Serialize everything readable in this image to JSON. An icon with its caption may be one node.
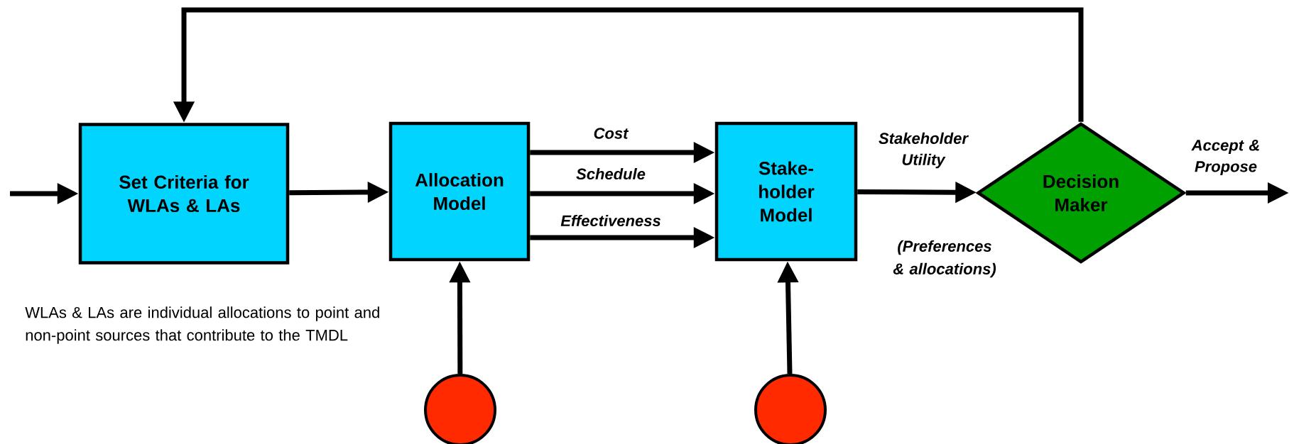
{
  "diagram": {
    "nodes": [
      {
        "text": [
          "Set Criteria for WLAs & LAs"
        ]
      },
      {
        "text": [
          "Allocation Model"
        ]
      },
      {
        "text": [
          "Stake- holder Model"
        ]
      },
      {
        "text": [
          "Decision Maker"
        ]
      },
      {
        "text": [],
        "shape": "circle"
      },
      {
        "text": [],
        "shape": "circle"
      }
    ],
    "edges": [
      {
        "from": null,
        "to": 0,
        "arrow": "to"
      },
      {
        "from": 0,
        "to": 1,
        "arrow": "to"
      },
      {
        "from": 1,
        "to": 2,
        "arrow": "to",
        "label": "Cost"
      },
      {
        "from": 1,
        "to": 2,
        "arrow": "to",
        "label": "Schedule"
      },
      {
        "from": 1,
        "to": 2,
        "arrow": "to",
        "label": "Effectiveness"
      },
      {
        "from": 2,
        "to": 3,
        "arrow": "to",
        "label": "Stakeholder Utility"
      },
      {
        "from": 3,
        "to": null,
        "arrow": "to",
        "label": "Accept & Propose"
      },
      {
        "from": 3,
        "to": 0,
        "arrow": "to"
      },
      {
        "from": 4,
        "to": 1,
        "arrow": "to"
      },
      {
        "from": 5,
        "to": 2,
        "arrow": "to"
      }
    ],
    "labels": [
      "(Preferences & allocations)",
      "WLAs & LAs are individual allocations to point and non-point sources that contribute to the TMDL"
    ]
  }
}
